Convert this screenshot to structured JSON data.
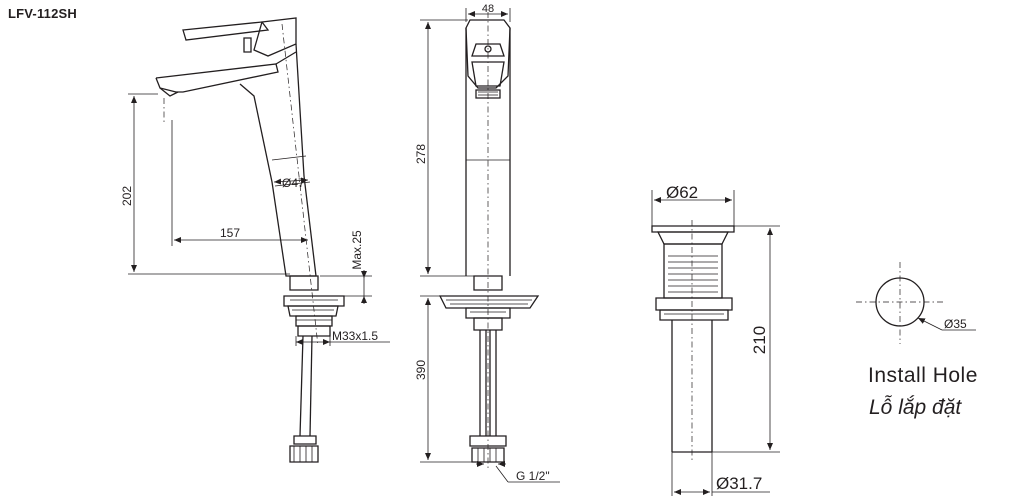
{
  "model_code": "LFV-112SH",
  "side_view": {
    "dim_height": "202",
    "dim_reach": "157",
    "dim_diameter": "Ø47",
    "dim_max_deck": "Max.25",
    "dim_thread": "M33x1.5"
  },
  "front_view": {
    "dim_width": "48",
    "dim_height": "278",
    "dim_hose": "390",
    "dim_connection": "G 1/2\""
  },
  "drain_view": {
    "dim_top_diameter": "Ø62",
    "dim_length": "210",
    "dim_tail_diameter": "Ø31.7"
  },
  "install_hole": {
    "dim_diameter": "Ø35",
    "label": "Install Hole",
    "label_vn": "Lỗ lắp đặt"
  }
}
